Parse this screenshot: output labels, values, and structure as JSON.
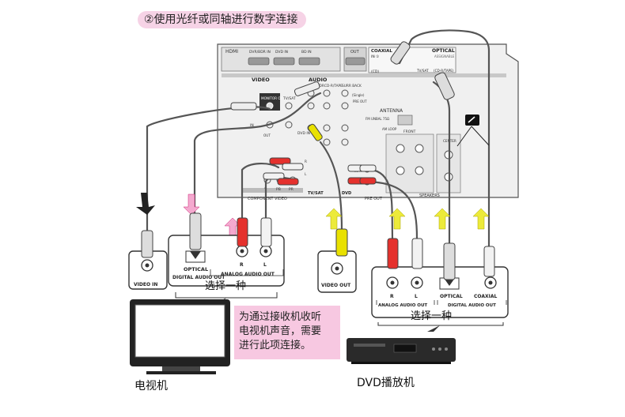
{
  "title": "②使用光纤或同轴进行数字连接",
  "receiver": {
    "hdmi": "HDMI",
    "hdmi_inputs": [
      "DVR/BDR IN",
      "DVD IN",
      "BD IN"
    ],
    "hdmi_out": "OUT",
    "coaxial": "COAXIAL",
    "coaxial_in": "IN ①",
    "coaxial_sub": "(CD)",
    "optical": "OPTICAL",
    "optical_assign": "ASSIGNABLE",
    "optical_ports": [
      "TV/SAT",
      "(CD-R/TAPE)"
    ],
    "video": "VIDEO",
    "audio": "AUDIO",
    "audio_cols": [
      "DVR/BDR",
      "CD-R/TAPE",
      "SURR BACK"
    ],
    "monitor_out": "MONITOR OUT",
    "tv_sat": "TV/SAT",
    "dvd_in": "DVD IN",
    "antenna": "ANTENNA",
    "am_loop": "AM LOOP",
    "fm": "FM UNBAL 75Ω",
    "front": "FRONT",
    "center": "CENTER",
    "speakers": "SPEAKERS",
    "component_video": "COMPONENT VIDEO",
    "component_cols": [
      "Y",
      "PB",
      "PR"
    ],
    "in_labels": [
      "IN",
      "IN"
    ],
    "bottom_tv_sat": "TV/SAT",
    "bottom_dvd": "DVD",
    "pre_out": "PRE OUT",
    "subwoofer": "(Single)",
    "out": "OUT",
    "rl": [
      "R",
      "L"
    ]
  },
  "tv_panel": {
    "video_in": "VIDEO IN",
    "optical": "OPTICAL",
    "digital_audio_out": "DIGITAL AUDIO OUT",
    "r": "R",
    "l": "L",
    "analog_audio_out": "ANALOG AUDIO OUT",
    "choose_one": "选择一种"
  },
  "dvd_panel": {
    "video_out": "VIDEO OUT",
    "r": "R",
    "l": "L",
    "analog_audio_out": "ANALOG AUDIO OUT",
    "optical": "OPTICAL",
    "coaxial": "COAXIAL",
    "digital_audio_out": "DIGITAL AUDIO OUT",
    "choose_one": "选择一种"
  },
  "note": [
    "为通过接收机收听",
    "电视机声音，需要",
    "进行此项连接。"
  ],
  "tv_caption": "电视机",
  "dvd_caption": "DVD播放机",
  "colors": {
    "red_plug": "#e5312d",
    "white_plug": "#f2f2f2",
    "yellow_plug": "#e9e100",
    "arrow_yellow": "#ecea3a",
    "arrow_pink": "#f4a9cf",
    "note_bg": "#f7c8e1",
    "title_bg": "#f6d3e6"
  }
}
